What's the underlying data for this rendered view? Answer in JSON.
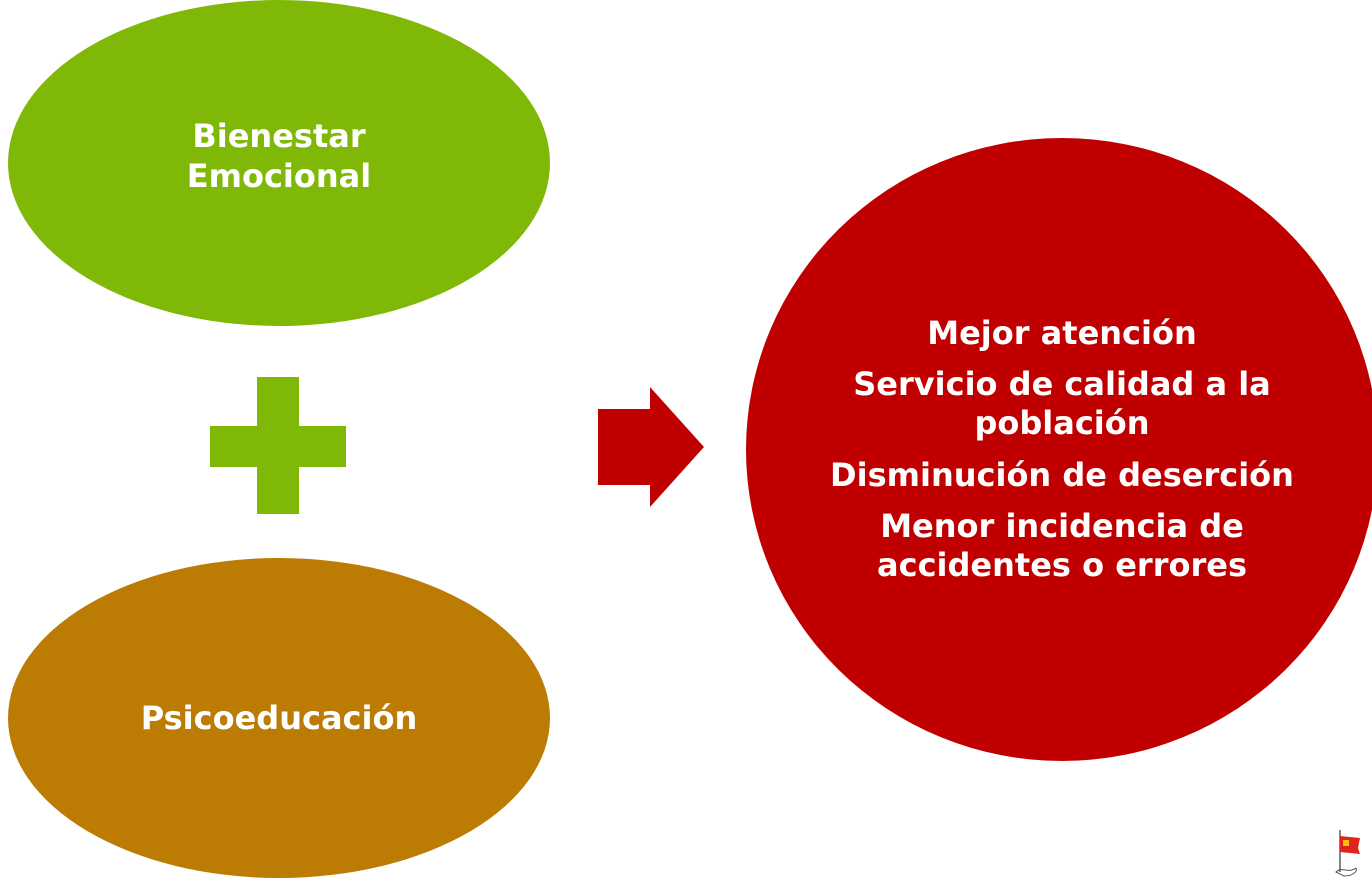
{
  "colors": {
    "green": "#80B808",
    "ochre": "#BC7C04",
    "red": "#C00000",
    "arrow": "#C00000",
    "text": "#FFFFFF"
  },
  "diagram": {
    "left_top": {
      "label": "Bienestar Emocional"
    },
    "left_bottom": {
      "label": "Psicoeducación"
    },
    "operator": {
      "icon": "plus-icon"
    },
    "connector": {
      "icon": "arrow-right-icon"
    },
    "result": {
      "items": [
        "Mejor atención",
        "Servicio de calidad a la población",
        "Disminución de deserción",
        "Menor incidencia de accidentes o errores"
      ]
    }
  },
  "logo": {
    "icon": "flag-logo-icon"
  }
}
